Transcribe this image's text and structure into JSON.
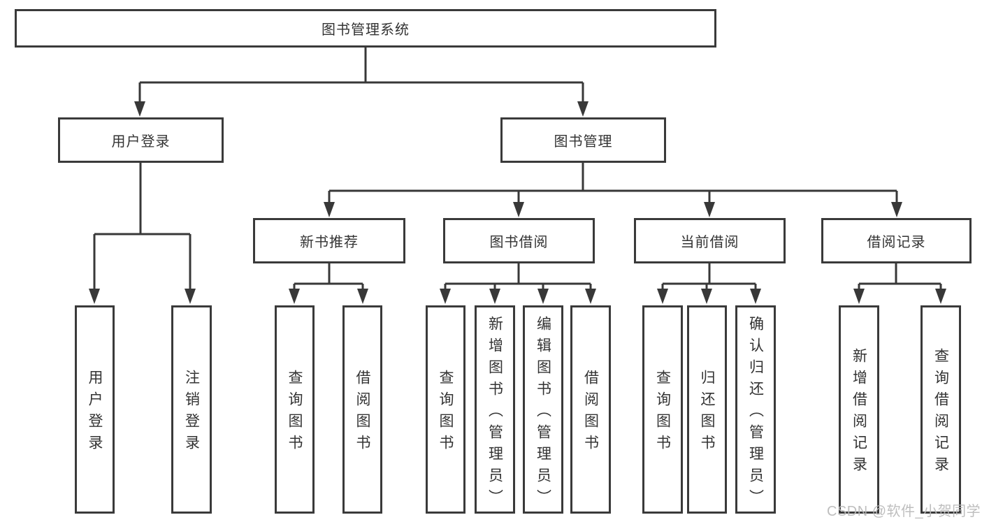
{
  "diagram": {
    "root": {
      "label": "图书管理系统"
    },
    "branches": [
      {
        "label": "用户登录",
        "children": [
          {
            "label": "用户登录"
          },
          {
            "label": "注销登录"
          }
        ]
      },
      {
        "label": "图书管理",
        "children": [
          {
            "label": "新书推荐",
            "children": [
              {
                "label": "查询图书"
              },
              {
                "label": "借阅图书"
              }
            ]
          },
          {
            "label": "图书借阅",
            "children": [
              {
                "label": "查询图书"
              },
              {
                "label": "新增图书（管理员）"
              },
              {
                "label": "编辑图书（管理员）"
              },
              {
                "label": "借阅图书"
              }
            ]
          },
          {
            "label": "当前借阅",
            "children": [
              {
                "label": "查询图书"
              },
              {
                "label": "归还图书"
              },
              {
                "label": "确认归还（管理员）"
              }
            ]
          },
          {
            "label": "借阅记录",
            "children": [
              {
                "label": "新增借阅记录"
              },
              {
                "label": "查询借阅记录"
              }
            ]
          }
        ]
      }
    ]
  },
  "watermark": {
    "text": "CSDN @软件_小贺同学"
  },
  "colors": {
    "line": "#383838",
    "box_border": "#3a3a3a",
    "box_fill": "#ffffff",
    "text": "#333333",
    "watermark": "#b9b9b9",
    "background": "#ffffff"
  }
}
